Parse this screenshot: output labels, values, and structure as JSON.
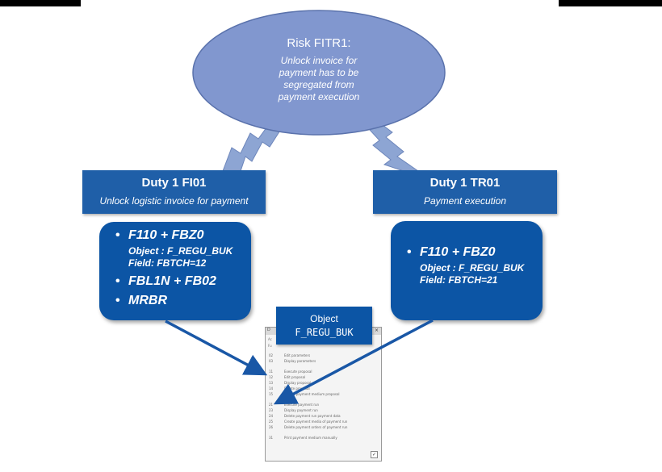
{
  "risk": {
    "title": "Risk FITR1:",
    "lines": [
      "Unlock invoice for",
      "payment has to be",
      "segregated from",
      "payment execution"
    ]
  },
  "duty_left": {
    "title": "Duty 1 FI01",
    "subtitle": "Unlock logistic invoice for payment"
  },
  "duty_right": {
    "title": "Duty 1 TR01",
    "subtitle": "Payment execution"
  },
  "tx_left": {
    "item1": "F110 + FBZ0",
    "object_line": "Object : F_REGU_BUK",
    "field_line": "Field: FBTCH=12",
    "item2": "FBL1N + FB02",
    "item3": "MRBR"
  },
  "tx_right": {
    "item1": "F110 + FBZ0",
    "object_line": "Object : F_REGU_BUK",
    "field_line": "Field: FBTCH=21"
  },
  "object_box": {
    "line1": "Object",
    "line2": "F_REGU_BUK"
  },
  "screenshot": {
    "title": "D",
    "header1": "Ac",
    "header2": "Fu",
    "rows": [
      {
        "code": "02",
        "text": "Edit parameters"
      },
      {
        "code": "03",
        "text": "Display parameters"
      },
      {
        "code": "11",
        "text": "Execute proposal"
      },
      {
        "code": "12",
        "text": "Edit proposal"
      },
      {
        "code": "13",
        "text": "Display proposal"
      },
      {
        "code": "14",
        "text": "Delete proposal"
      },
      {
        "code": "15",
        "text": "Create payment medium proposal"
      },
      {
        "code": "21",
        "text": "Execute payment run"
      },
      {
        "code": "23",
        "text": "Display payment run"
      },
      {
        "code": "24",
        "text": "Delete payment run payment data"
      },
      {
        "code": "25",
        "text": "Create payment media of payment run"
      },
      {
        "code": "26",
        "text": "Delete payment orders of payment run"
      },
      {
        "code": "31",
        "text": "Print payment medium manually"
      }
    ]
  }
}
